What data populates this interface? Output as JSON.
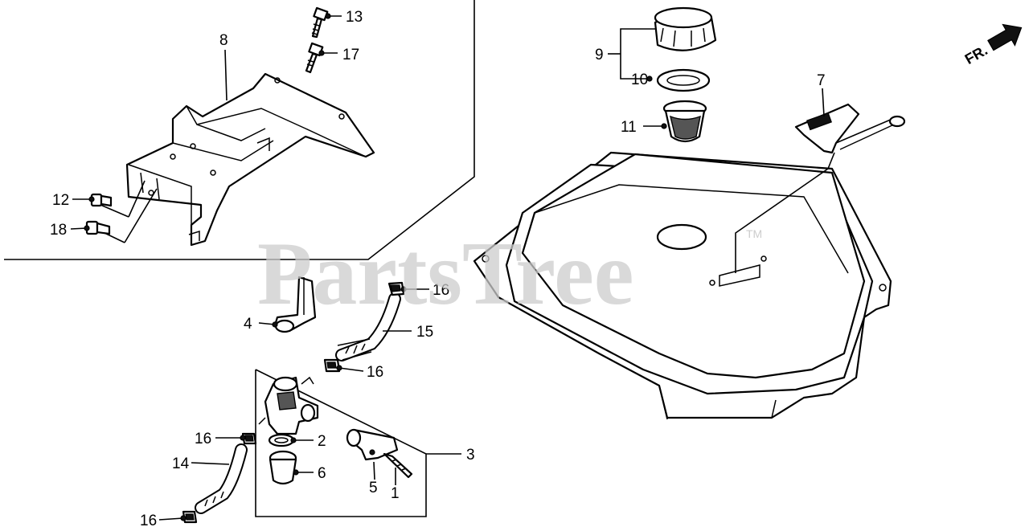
{
  "watermark": {
    "text": "PartsTree",
    "trademark": "TM"
  },
  "direction_marker": {
    "text": "FR.",
    "icon": "arrow-right-icon"
  },
  "callouts": {
    "c1": "1",
    "c2": "2",
    "c3": "3",
    "c4": "4",
    "c5": "5",
    "c6": "6",
    "c7": "7",
    "c8": "8",
    "c9": "9",
    "c10": "10",
    "c11": "11",
    "c12": "12",
    "c13": "13",
    "c14": "14",
    "c15": "15",
    "c16a": "16",
    "c16b": "16",
    "c16c": "16",
    "c16d": "16",
    "c17": "17",
    "c18": "18"
  },
  "colors": {
    "line": "#000000",
    "watermark": "#cccccc",
    "background": "#ffffff"
  }
}
